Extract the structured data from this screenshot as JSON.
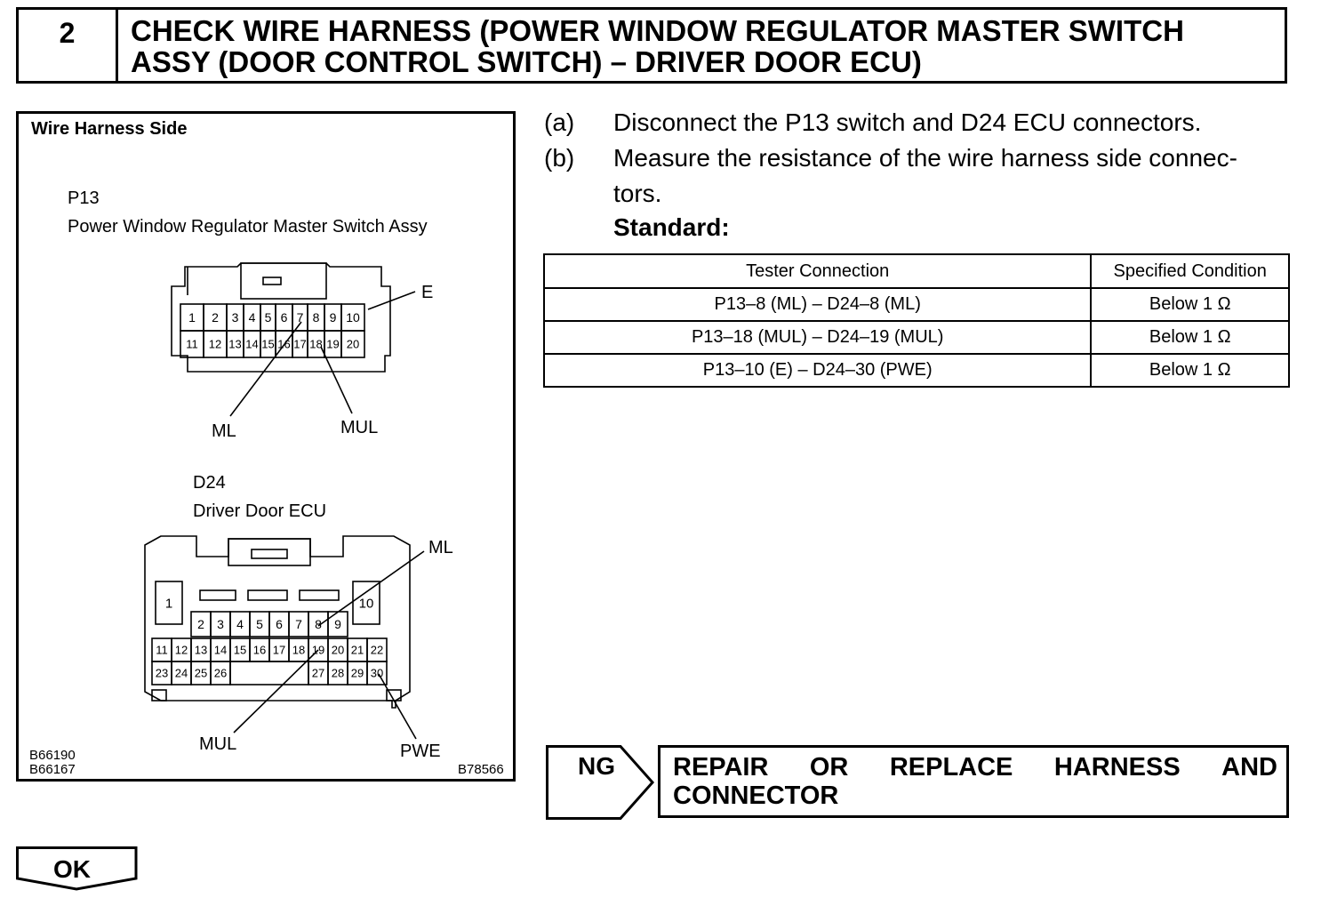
{
  "step": {
    "number": "2",
    "title_line1": "CHECK WIRE HARNESS (POWER WINDOW REGULATOR MASTER SWITCH",
    "title_line2": "ASSY (DOOR CONTROL SWITCH) – DRIVER DOOR ECU)"
  },
  "diagram": {
    "side_label": "Wire Harness Side",
    "p13": {
      "code": "P13",
      "name": "Power Window Regulator Master Switch Assy",
      "pins_row1": [
        "1",
        "2",
        "3",
        "4",
        "5",
        "6",
        "7",
        "8",
        "9",
        "10"
      ],
      "pins_row2": [
        "11",
        "12",
        "13",
        "14",
        "15",
        "16",
        "17",
        "18",
        "19",
        "20"
      ],
      "callouts": {
        "e": "E",
        "ml": "ML",
        "mul": "MUL"
      }
    },
    "d24": {
      "code": "D24",
      "name": "Driver Door ECU",
      "pin_1": "1",
      "pin_10": "10",
      "pins_row1": [
        "2",
        "3",
        "4",
        "5",
        "6",
        "7",
        "8",
        "9"
      ],
      "pins_row2": [
        "11",
        "12",
        "13",
        "14",
        "15",
        "16",
        "17",
        "18",
        "19",
        "20",
        "21",
        "22"
      ],
      "pins_row3_left": [
        "23",
        "24",
        "25",
        "26"
      ],
      "pins_row3_right": [
        "27",
        "28",
        "29",
        "30"
      ],
      "callouts": {
        "ml": "ML",
        "mul": "MUL",
        "pwe": "PWE"
      }
    },
    "figure_codes": {
      "left_1": "B66190",
      "left_2": "B66167",
      "right": "B78566"
    }
  },
  "instructions": {
    "a_tag": "(a)",
    "a_text": "Disconnect the P13 switch and D24 ECU connectors.",
    "b_tag": "(b)",
    "b_text_1": "Measure the resistance of the wire harness side connec-",
    "b_text_2": "tors.",
    "standard_label": "Standard:"
  },
  "table": {
    "headers": [
      "Tester Connection",
      "Specified Condition"
    ],
    "rows": [
      [
        "P13–8 (ML) – D24–8 (ML)",
        "Below 1 Ω"
      ],
      [
        "P13–18 (MUL) – D24–19 (MUL)",
        "Below 1 Ω"
      ],
      [
        "P13–10 (E) – D24–30 (PWE)",
        "Below 1 Ω"
      ]
    ]
  },
  "ng": {
    "label": "NG",
    "result_words": [
      "REPAIR",
      "OR",
      "REPLACE",
      "HARNESS",
      "AND"
    ],
    "result_line2": "CONNECTOR"
  },
  "ok": {
    "label": "OK"
  }
}
